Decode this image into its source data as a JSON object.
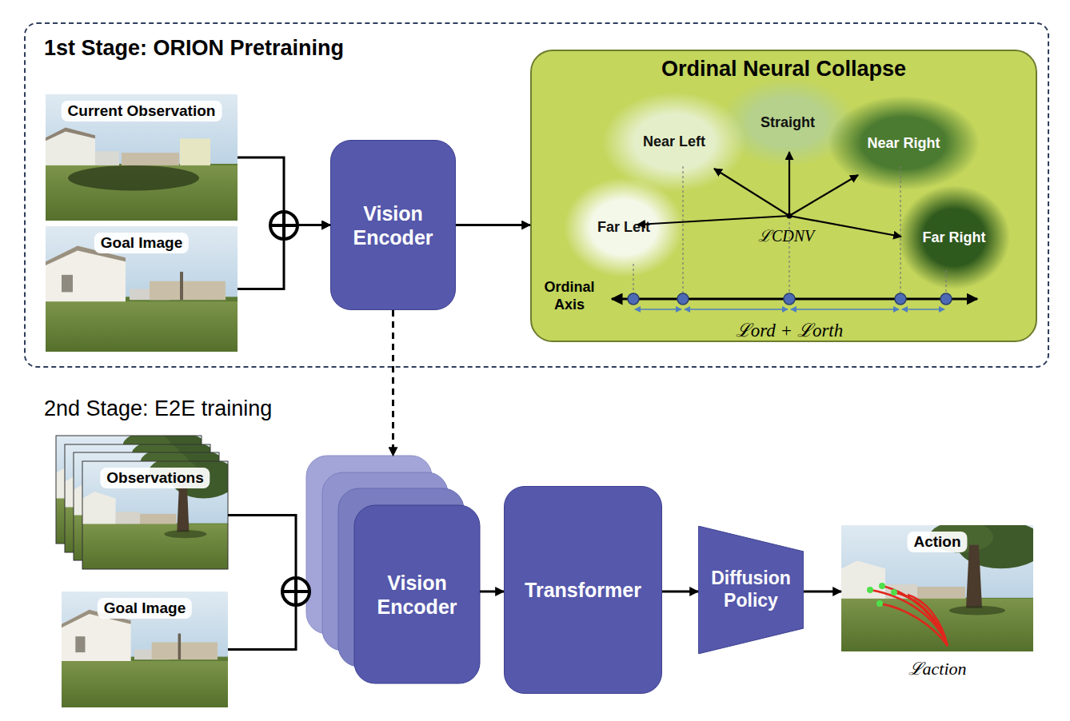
{
  "diagram": {
    "nodes": [
      {
        "text": [
          "1st Stage: ORION Pretraining"
        ]
      },
      {
        "text": [
          "Current Observation"
        ],
        "in": 0
      },
      {
        "text": [
          "Goal Image"
        ],
        "in": 0
      },
      {
        "text": [
          "Vision Encoder"
        ],
        "in": 0
      },
      {
        "text": [
          "Ordinal Neural Collapse"
        ],
        "in": 0
      },
      {
        "text": [
          "Straight"
        ],
        "in": 4
      },
      {
        "text": [
          "Near Left"
        ],
        "in": 4
      },
      {
        "text": [
          "Near Right"
        ],
        "in": 4
      },
      {
        "text": [
          "Far Left"
        ],
        "in": 4
      },
      {
        "text": [
          "Far Right"
        ],
        "in": 4
      },
      {
        "text": [
          "Observations"
        ]
      },
      {
        "text": [
          "Goal Image"
        ]
      },
      {
        "text": [
          "Vision Encoder"
        ]
      },
      {
        "text": [
          "Transformer"
        ]
      },
      {
        "text": [
          "Diffusion Policy"
        ]
      },
      {
        "text": [
          "Action"
        ]
      }
    ],
    "edges": [
      {
        "from": 1,
        "to": 3,
        "arrow": "to"
      },
      {
        "from": 2,
        "to": 3,
        "arrow": "to"
      },
      {
        "from": 3,
        "to": 4,
        "arrow": "to"
      },
      {
        "from": 3,
        "to": 12,
        "arrow": "to"
      },
      {
        "from": 10,
        "to": 12,
        "arrow": "to"
      },
      {
        "from": 11,
        "to": 12,
        "arrow": "to"
      },
      {
        "from": 12,
        "to": 13,
        "arrow": "to"
      },
      {
        "from": 13,
        "to": 14,
        "arrow": "to"
      },
      {
        "from": 14,
        "to": 15,
        "arrow": "to"
      }
    ],
    "labels": [
      "ℒCDNV",
      "Ordinal Axis",
      "ℒord + ℒorth",
      "2nd Stage: E2E training",
      "ℒaction"
    ]
  }
}
